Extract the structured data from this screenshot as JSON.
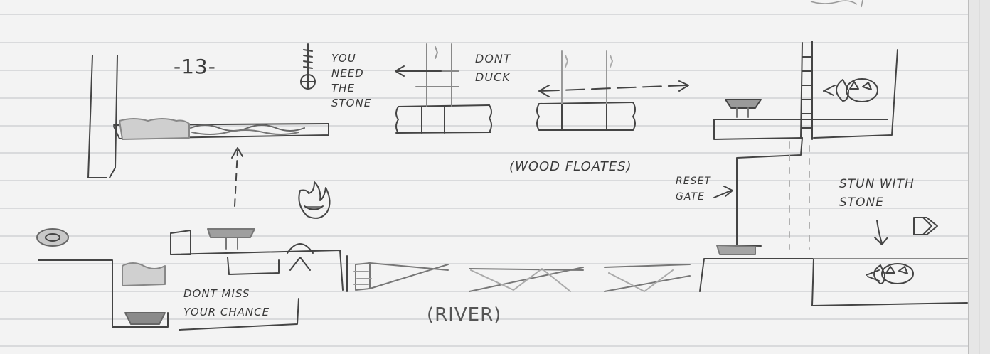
{
  "page_number": "-13-",
  "labels": {
    "you_need": [
      "YOU",
      "NEED",
      "THE",
      "STONE"
    ],
    "dont_duck": [
      "DONT",
      "DUCK"
    ],
    "wood_floats": "(WOOD FLOATES)",
    "reset_gate": [
      "RESET",
      "GATE"
    ],
    "stun_with_stone": [
      "STUN WITH",
      "STONE"
    ],
    "dont_miss": [
      "DONT MISS",
      "YOUR CHANCE"
    ],
    "river": "(RIVER)"
  },
  "colors": {
    "paper": "#f3f3f3",
    "rule": "#c9cccf",
    "ink": "#3a3a3a",
    "pencil": "#8c8c8c"
  }
}
